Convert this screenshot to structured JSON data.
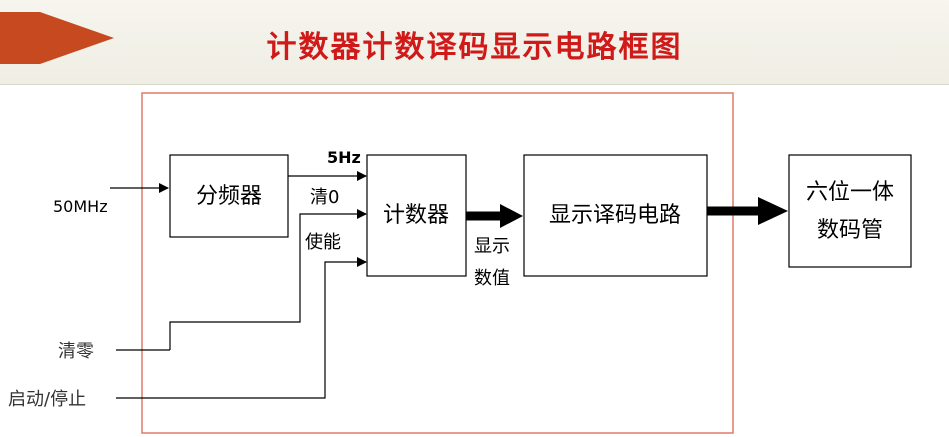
{
  "title": "计数器计数译码显示电路框图",
  "colors": {
    "title": "#d01a1a",
    "frame": "#e07a6a",
    "header_arrow": "#c6491f"
  },
  "inputs": {
    "clock": "50MHz",
    "clear": "清零",
    "start_stop": "启动/停止"
  },
  "blocks": {
    "divider": "分频器",
    "counter": "计数器",
    "decoder": "显示译码电路",
    "display_line1": "六位一体",
    "display_line2": "数码管"
  },
  "signals": {
    "freq": "5Hz",
    "clear0": "清0",
    "enable": "使能",
    "display_value_line1": "显示",
    "display_value_line2": "数值"
  }
}
